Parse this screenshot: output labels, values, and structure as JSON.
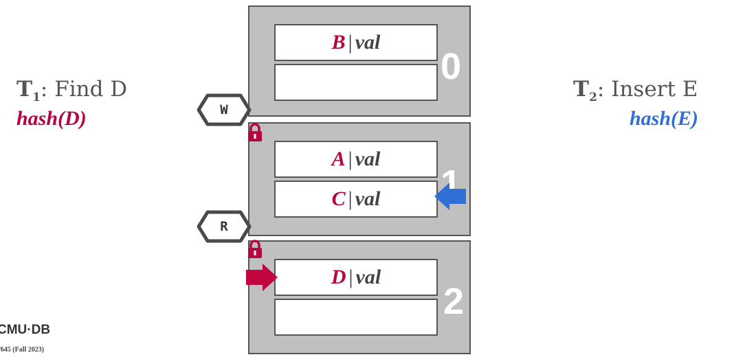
{
  "t1": {
    "name": "T",
    "sub": "1",
    "action": ": Find D",
    "hash": "hash(D)"
  },
  "t2": {
    "name": "T",
    "sub": "2",
    "action": ": Insert E",
    "hash": "hash(E)"
  },
  "pages": [
    {
      "number": "0",
      "slots": [
        {
          "key": "B",
          "sep": "|",
          "val": "val"
        },
        null
      ]
    },
    {
      "number": "1",
      "slots": [
        {
          "key": "A",
          "sep": "|",
          "val": "val"
        },
        {
          "key": "C",
          "sep": "|",
          "val": "val"
        }
      ]
    },
    {
      "number": "2",
      "slots": [
        {
          "key": "D",
          "sep": "|",
          "val": "val"
        },
        null
      ]
    }
  ],
  "latches": {
    "write": "W",
    "read": "R"
  },
  "logo": "CMU·DB",
  "course": "/645 (Fall 2023)",
  "colors": {
    "t1": "#b5073f",
    "t2": "#2f6fd6",
    "page_fill": "#c0c0c0",
    "border": "#555555"
  }
}
